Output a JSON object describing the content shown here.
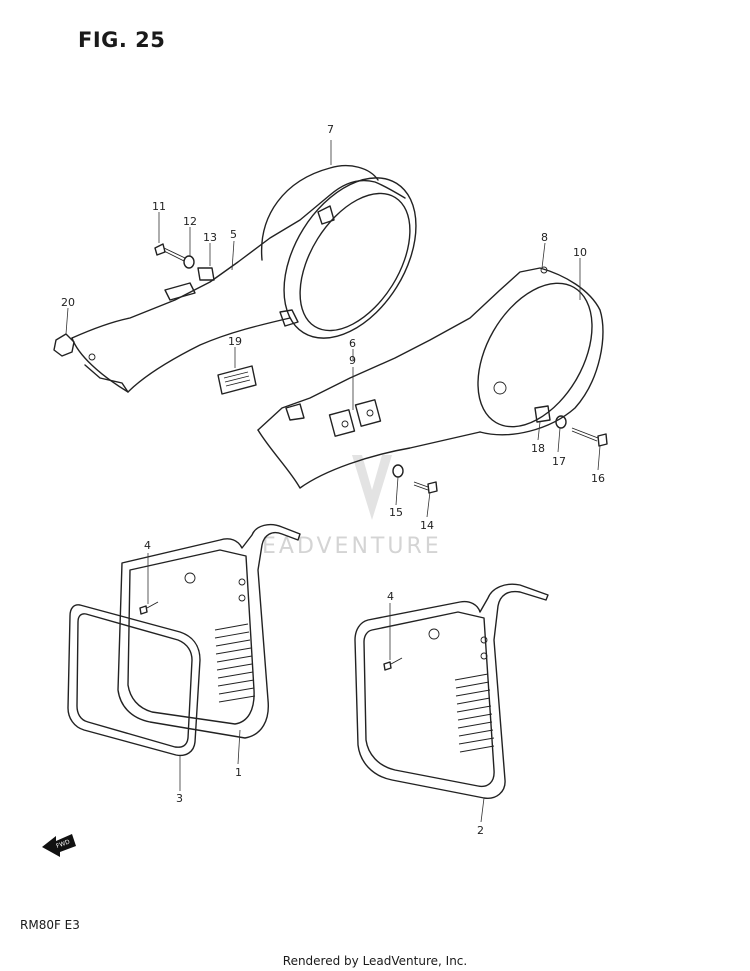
{
  "figure_title": "FIG. 25",
  "model_code": "RM80F  E3",
  "footer": "Rendered by LeadVenture, Inc.",
  "watermark": "EADVENTURE",
  "fwd_label": "FWD",
  "callouts": [
    "1",
    "2",
    "3",
    "4",
    "4",
    "5",
    "6",
    "7",
    "8",
    "9",
    "10",
    "11",
    "12",
    "13",
    "14",
    "15",
    "16",
    "17",
    "18",
    "19",
    "20"
  ]
}
